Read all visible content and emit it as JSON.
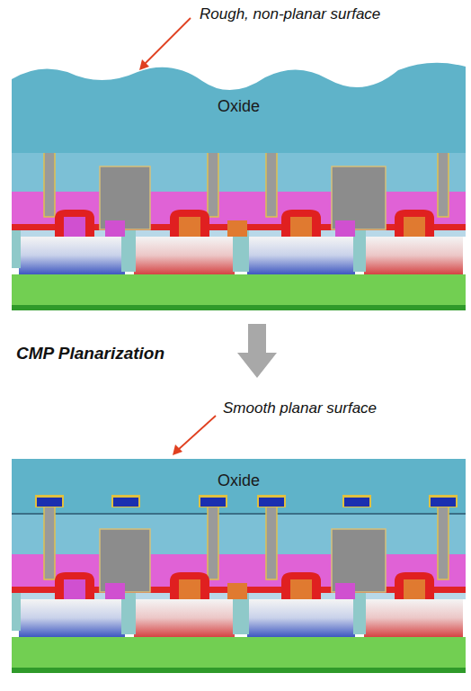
{
  "diagram": {
    "nodes": [
      {
        "text": [
          "Oxide"
        ]
      },
      {
        "text": [
          "Oxide"
        ]
      }
    ],
    "labels": [
      "Rough, non-planar surface",
      "CMP Planarization",
      "Smooth planar surface"
    ]
  }
}
